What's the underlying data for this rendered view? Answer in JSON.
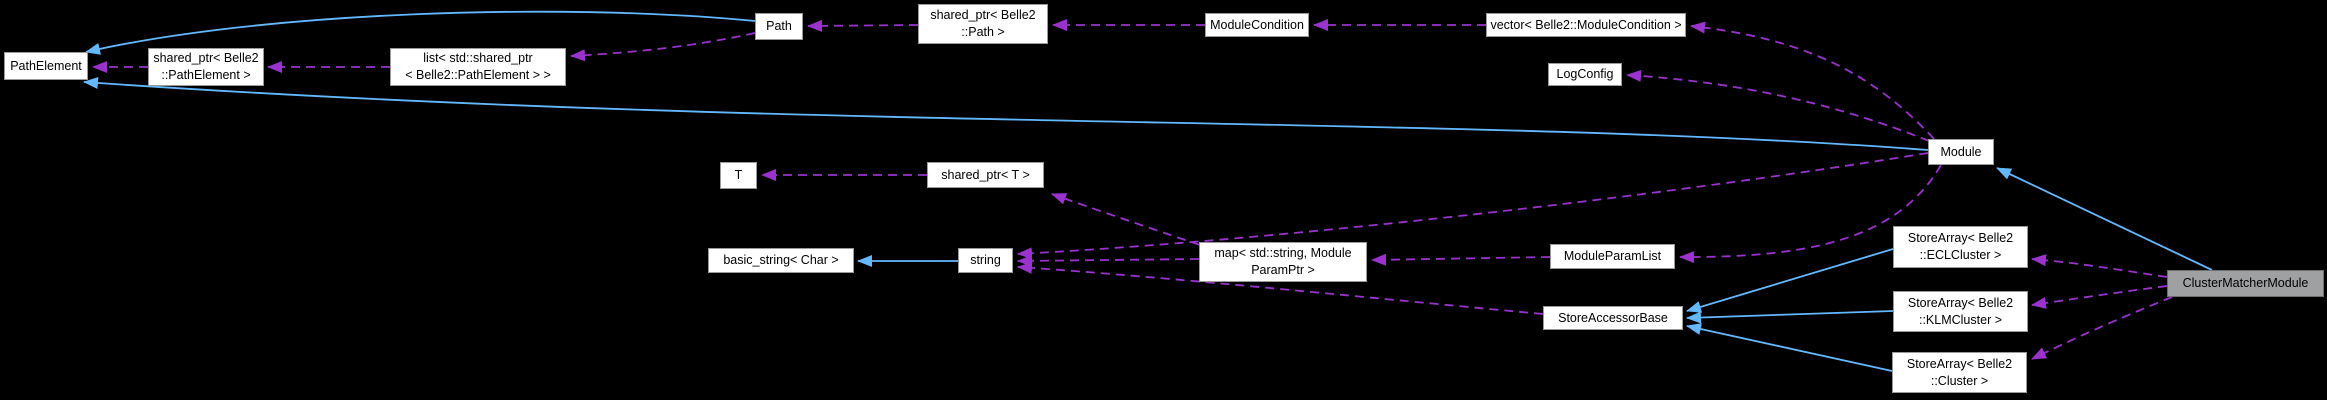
{
  "diagram_type": "doxygen-collaboration-graph",
  "colors": {
    "background": "#000000",
    "node_fill": "#ffffff",
    "node_border": "#9a9a9a",
    "current_node_fill": "#9fa0a2",
    "inheritance_edge": "#63b8ff",
    "usage_edge": "#9a32cd",
    "node_text": "#000000"
  },
  "nodes": {
    "path_element": {
      "label": "PathElement"
    },
    "shared_ptr_path_element": {
      "line1": "shared_ptr< Belle2",
      "line2": "::PathElement >"
    },
    "list_shared_ptr_path_element": {
      "line1": "list< std::shared_ptr",
      "line2": "< Belle2::PathElement > >"
    },
    "path": {
      "label": "Path"
    },
    "shared_ptr_path": {
      "line1": "shared_ptr< Belle2",
      "line2": "::Path >"
    },
    "module_condition": {
      "label": "ModuleCondition"
    },
    "vector_module_condition": {
      "label": "vector< Belle2::ModuleCondition >"
    },
    "log_config": {
      "label": "LogConfig"
    },
    "module": {
      "label": "Module"
    },
    "t": {
      "label": "T"
    },
    "shared_ptr_t": {
      "label": "shared_ptr< T >"
    },
    "basic_string": {
      "label": "basic_string< Char >"
    },
    "string": {
      "label": "string"
    },
    "map_module_param": {
      "line1": "map< std::string, Module",
      "line2": "ParamPtr >"
    },
    "module_param_list": {
      "label": "ModuleParamList"
    },
    "store_accessor_base": {
      "label": "StoreAccessorBase"
    },
    "store_array_ecl": {
      "line1": "StoreArray< Belle2",
      "line2": "::ECLCluster >"
    },
    "store_array_klm": {
      "line1": "StoreArray< Belle2",
      "line2": "::KLMCluster >"
    },
    "store_array_cluster": {
      "line1": "StoreArray< Belle2",
      "line2": "::Cluster >"
    },
    "cluster_matcher_module": {
      "label": "ClusterMatcherModule"
    }
  },
  "edges": [
    {
      "from": "Path",
      "to": "PathElement",
      "type": "inheritance"
    },
    {
      "from": "Module",
      "to": "PathElement",
      "type": "inheritance"
    },
    {
      "from": "string",
      "to": "basic_string< Char >",
      "type": "inheritance"
    },
    {
      "from": "StoreArray< Belle2::ECLCluster >",
      "to": "StoreAccessorBase",
      "type": "inheritance"
    },
    {
      "from": "StoreArray< Belle2::KLMCluster >",
      "to": "StoreAccessorBase",
      "type": "inheritance"
    },
    {
      "from": "StoreArray< Belle2::Cluster >",
      "to": "StoreAccessorBase",
      "type": "inheritance"
    },
    {
      "from": "ClusterMatcherModule",
      "to": "Module",
      "type": "inheritance"
    },
    {
      "from": "shared_ptr< Belle2::PathElement >",
      "to": "PathElement",
      "type": "usage"
    },
    {
      "from": "list< std::shared_ptr< Belle2::PathElement > >",
      "to": "shared_ptr< Belle2::PathElement >",
      "type": "usage"
    },
    {
      "from": "Path",
      "to": "list< std::shared_ptr< Belle2::PathElement > >",
      "type": "usage"
    },
    {
      "from": "shared_ptr< Belle2::Path >",
      "to": "Path",
      "type": "usage"
    },
    {
      "from": "ModuleCondition",
      "to": "shared_ptr< Belle2::Path >",
      "type": "usage"
    },
    {
      "from": "vector< Belle2::ModuleCondition >",
      "to": "ModuleCondition",
      "type": "usage"
    },
    {
      "from": "Module",
      "to": "vector< Belle2::ModuleCondition >",
      "type": "usage"
    },
    {
      "from": "Module",
      "to": "LogConfig",
      "type": "usage"
    },
    {
      "from": "shared_ptr< T >",
      "to": "T",
      "type": "usage"
    },
    {
      "from": "map< std::string, ModuleParamPtr >",
      "to": "shared_ptr< T >",
      "type": "usage"
    },
    {
      "from": "map< std::string, ModuleParamPtr >",
      "to": "string",
      "type": "usage"
    },
    {
      "from": "Module",
      "to": "string",
      "type": "usage"
    },
    {
      "from": "StoreAccessorBase",
      "to": "string",
      "type": "usage"
    },
    {
      "from": "ModuleParamList",
      "to": "map< std::string, ModuleParamPtr >",
      "type": "usage"
    },
    {
      "from": "Module",
      "to": "ModuleParamList",
      "type": "usage"
    },
    {
      "from": "ClusterMatcherModule",
      "to": "StoreArray< Belle2::ECLCluster >",
      "type": "usage"
    },
    {
      "from": "ClusterMatcherModule",
      "to": "StoreArray< Belle2::KLMCluster >",
      "type": "usage"
    },
    {
      "from": "ClusterMatcherModule",
      "to": "StoreArray< Belle2::Cluster >",
      "type": "usage"
    }
  ]
}
